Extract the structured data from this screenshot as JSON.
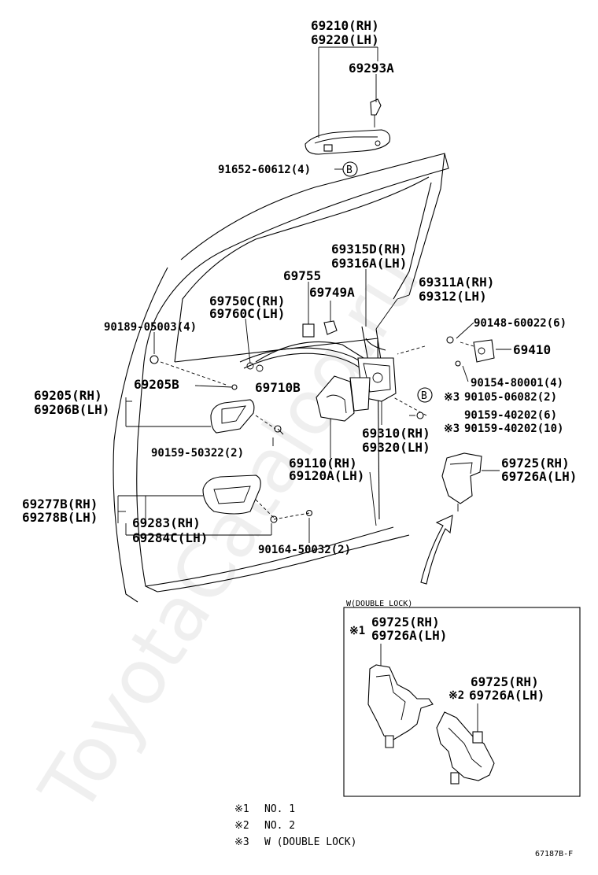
{
  "watermark": "ToyotaCatalog.ru",
  "figure_id": "67187B-F",
  "parts": {
    "p69210": "69210(RH)",
    "p69220": "69220(LH)",
    "p69293A": "69293A",
    "p91652": "91652-60612(4)",
    "marker_b_top": "B",
    "p69315D": "69315D(RH)",
    "p69316A": "69316A(LH)",
    "p69755": "69755",
    "p69311A": "69311A(RH)",
    "p69312": "69312(LH)",
    "p69749A": "69749A",
    "p69750C": "69750C(RH)",
    "p69760C": "69760C(LH)",
    "p90189": "90189-05003(4)",
    "p90148": "90148-60022(6)",
    "p69410": "69410",
    "p90154": "90154-80001(4)",
    "p69205": "69205(RH)",
    "p69206B": "69206B(LH)",
    "p69205B": "69205B",
    "p69710B": "69710B",
    "marker_b_mid": "B",
    "p90105": "90105-06082(2)",
    "note_mark_3a": "※3",
    "p90159_40202_6": "90159-40202(6)",
    "note_mark_3b": "※3",
    "p90159_40202_10": "90159-40202(10)",
    "p69310": "69310(RH)",
    "p69320": "69320(LH)",
    "p90159_50322": "90159-50322(2)",
    "p69110": "69110(RH)",
    "p69120A": "69120A(LH)",
    "p69725_main": "69725(RH)",
    "p69726A_main": "69726A(LH)",
    "p69277B": "69277B(RH)",
    "p69278B": "69278B(LH)",
    "p69283": "69283(RH)",
    "p69284C": "69284C(LH)",
    "p90164": "90164-50032(2)"
  },
  "inset": {
    "title": "W(DOUBLE LOCK)",
    "mark1": "※1",
    "p69725_1": "69725(RH)",
    "p69726A_1": "69726A(LH)",
    "mark2": "※2",
    "p69725_2": "69725(RH)",
    "p69726A_2": "69726A(LH)"
  },
  "notes": [
    {
      "mark": "※1",
      "text": "NO. 1"
    },
    {
      "mark": "※2",
      "text": "NO. 2"
    },
    {
      "mark": "※3",
      "text": "W (DOUBLE LOCK)"
    }
  ]
}
